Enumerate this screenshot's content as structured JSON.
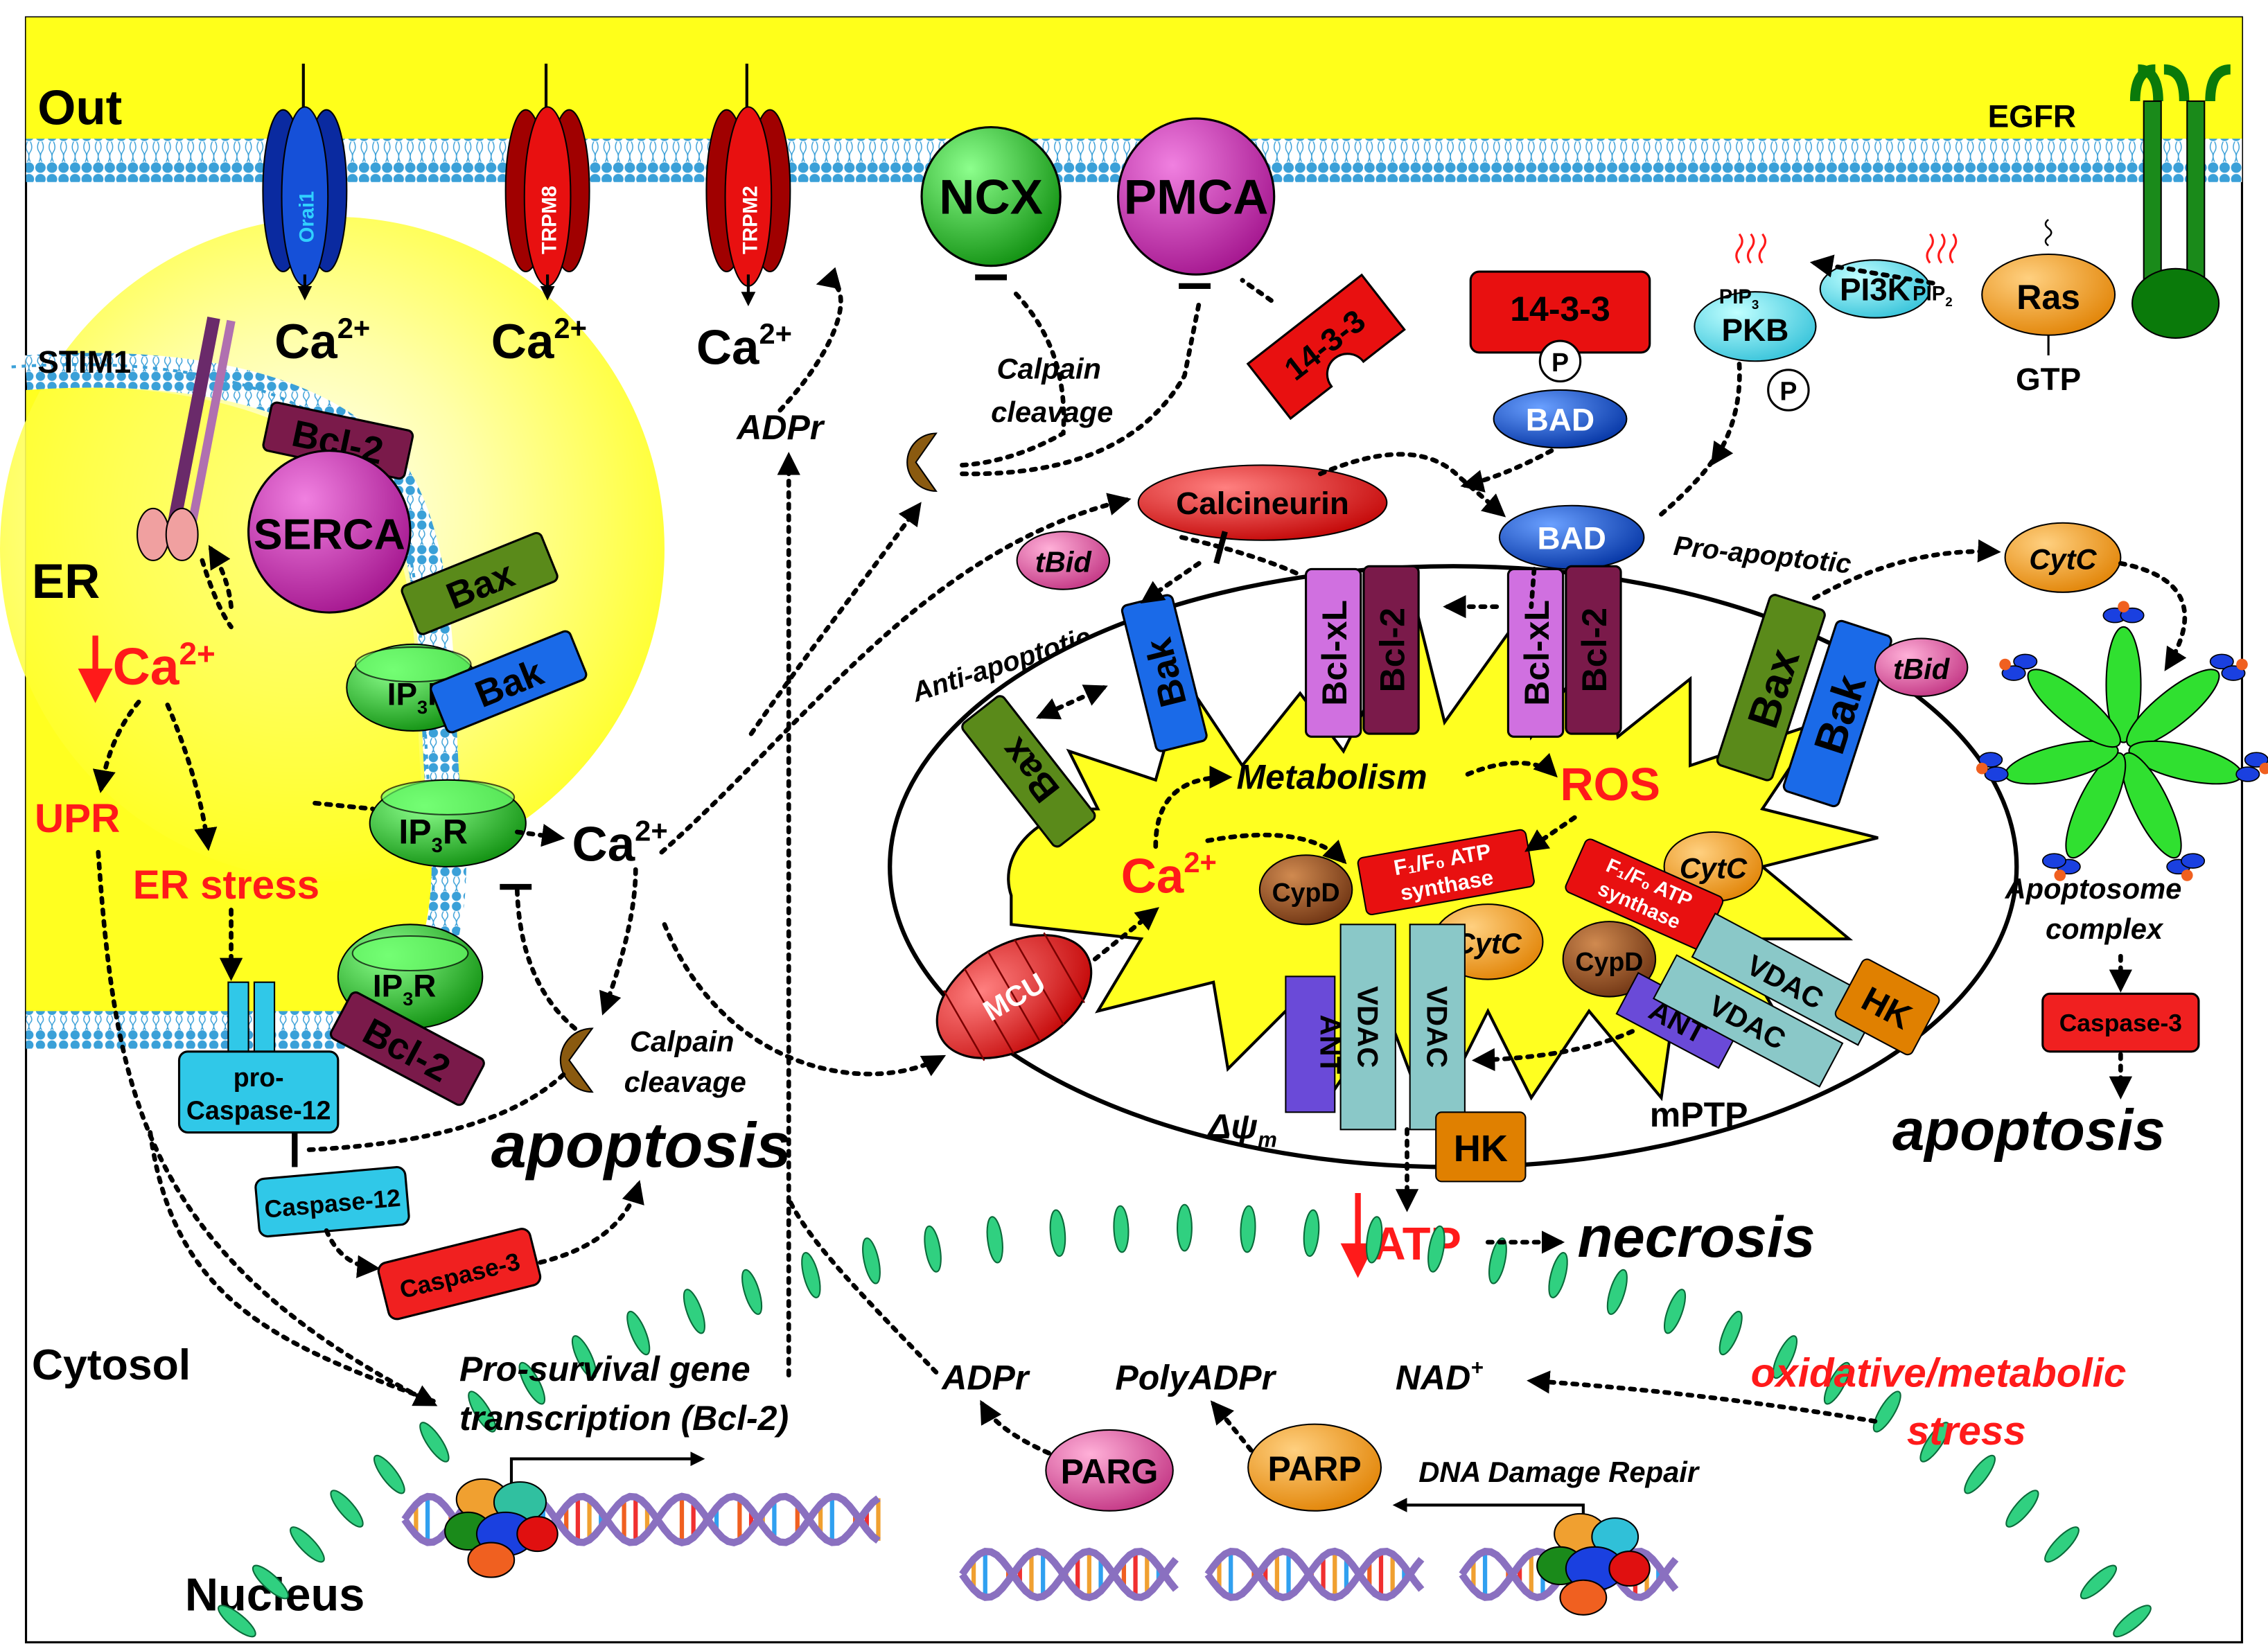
{
  "regions": {
    "out": "Out",
    "er": "ER",
    "cytosol": "Cytosol",
    "nucleus": "Nucleus"
  },
  "channels": {
    "orai1": "Orai1",
    "trpm8": "TRPM8",
    "trpm2": "TRPM2",
    "ncx": "NCX",
    "pmca": "PMCA",
    "egfr": "EGFR"
  },
  "ions": {
    "ca_base": "Ca",
    "ca_sup": "2+",
    "ca_down_arrow": "↓"
  },
  "er_proteins": {
    "stim1": "STIM1",
    "bcl2_top": "Bcl-2",
    "serca": "SERCA",
    "bax": "Bax",
    "ip3r": "IP",
    "ip3r_sub": "3",
    "ip3r_end": "R",
    "bak": "Bak",
    "bcl2_bottom": "Bcl-2",
    "pro_caspase12_a": "pro-",
    "pro_caspase12_b": "Caspase-12",
    "caspase12": "Caspase-12",
    "caspase3": "Caspase-3"
  },
  "er_labels": {
    "upr": "UPR",
    "er_stress": "ER stress",
    "calpain_1": "Calpain",
    "calpain_2": "cleavage",
    "apoptosis": "apoptosis"
  },
  "signaling": {
    "adpr": "ADPr",
    "calpain_1": "Calpain",
    "calpain_2": "cleavage",
    "p1433_a": "14-3-3",
    "p1433_b": "14-3-3",
    "p_badge": "P",
    "bad_top": "BAD",
    "bad_bottom": "BAD",
    "pkb": "PKB",
    "pip3": "PIP",
    "pip3_sub": "3",
    "pi3k": "PI3K",
    "pip2": "PIP",
    "pip2_sub": "2",
    "ras": "Ras",
    "gtp": "GTP",
    "calcineurin": "Calcineurin",
    "pro_apoptotic": "Pro-apoptotic",
    "anti_apoptotic": "Anti-apoptotic"
  },
  "mito": {
    "tbid_left": "tBid",
    "bak_left": "Bak",
    "bax_left": "Bax",
    "bclxl_1": "Bcl-xL",
    "bcl2_1": "Bcl-2",
    "bclxl_2": "Bcl-xL",
    "bcl2_2": "Bcl-2",
    "bax_right": "Bax",
    "bak_right": "Bak",
    "tbid_right": "tBid",
    "metabolism": "Metabolism",
    "ros": "ROS",
    "ca_base": "Ca",
    "ca_sup": "2+",
    "mcu": "MCU",
    "cypd": "CypD",
    "f1fo_a": "F₁/F₀ ATP",
    "f1fo_b": "synthase",
    "cytc": "CytC",
    "ant": "ANT",
    "vdac": "VDAC",
    "hk": "HK",
    "dpsi": "Δψ",
    "dpsi_sub": "m",
    "mptp": "mPTP",
    "atp": "ATP",
    "atp_arrow": "↓",
    "necrosis": "necrosis"
  },
  "apoptosome": {
    "cytc": "CytC",
    "label_1": "Apoptosome",
    "label_2": "complex",
    "caspase3": "Caspase-3",
    "apoptosis": "apoptosis"
  },
  "nucleus": {
    "pro_survival_1": "Pro-survival gene",
    "pro_survival_2": "transcription (Bcl-2)",
    "adpr": "ADPr",
    "polyadpr": "PolyADPr",
    "nad": "NAD",
    "nad_sup": "+",
    "parg": "PARG",
    "parp": "PARP",
    "dna_repair": "DNA Damage Repair",
    "stress_1": "oxidative/metabolic",
    "stress_2": "stress"
  },
  "colors": {
    "membrane_blue": "#3aa0d8",
    "outside_yellow": "#ffff1a",
    "red_text": "#ff1a1a",
    "er_yellow": "#ffff20"
  }
}
